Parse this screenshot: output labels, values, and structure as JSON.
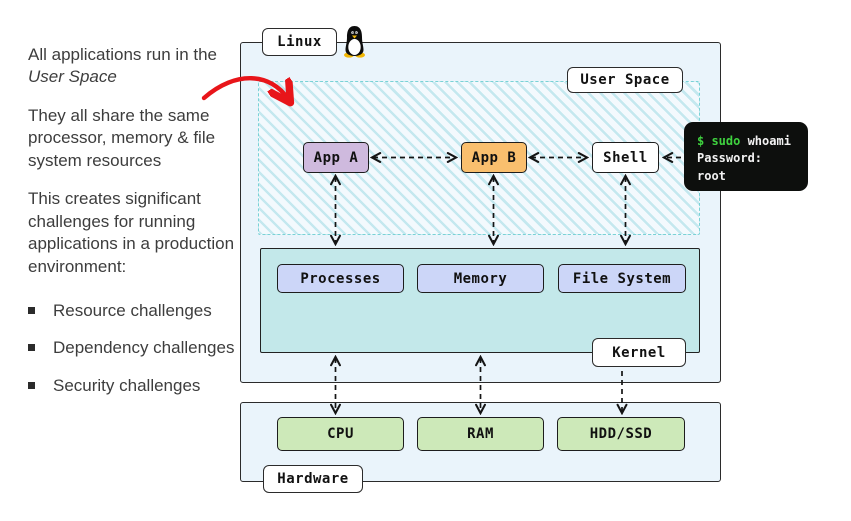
{
  "notes": {
    "para1_prefix": "All applications run in the ",
    "para1_italic": "User Space",
    "para2": "They all share the same processor, memory & file system resources",
    "para3": "This creates significant challenges for running applications in a production environment:",
    "bullets": [
      "Resource challenges",
      "Dependency challenges",
      "Security challenges"
    ]
  },
  "diagram": {
    "linux_label": "Linux",
    "user_space_label": "User Space",
    "kernel_label": "Kernel",
    "hardware_label": "Hardware",
    "apps": {
      "app_a": "App A",
      "app_b": "App B",
      "shell": "Shell"
    },
    "kernel_components": [
      "Processes",
      "Memory",
      "File System"
    ],
    "hardware_components": [
      "CPU",
      "RAM",
      "HDD/SSD"
    ]
  },
  "terminal": {
    "prompt_and_command": "$ sudo",
    "argument": " whoami",
    "line2": "Password:",
    "line3": "root"
  },
  "colors": {
    "outer_box_fill": "#eaf4fb",
    "user_space_hatch": "#79d2d6",
    "kernel_fill": "#c3e8ea",
    "kernel_component_fill": "#ccd6f8",
    "app_a_fill": "#cfbade",
    "app_b_fill": "#f9bf6e",
    "hardware_component_fill": "#cde9b9",
    "terminal_bg": "#0d0f0d",
    "terminal_green": "#3fd23f",
    "annotation_red": "#e8151a"
  }
}
